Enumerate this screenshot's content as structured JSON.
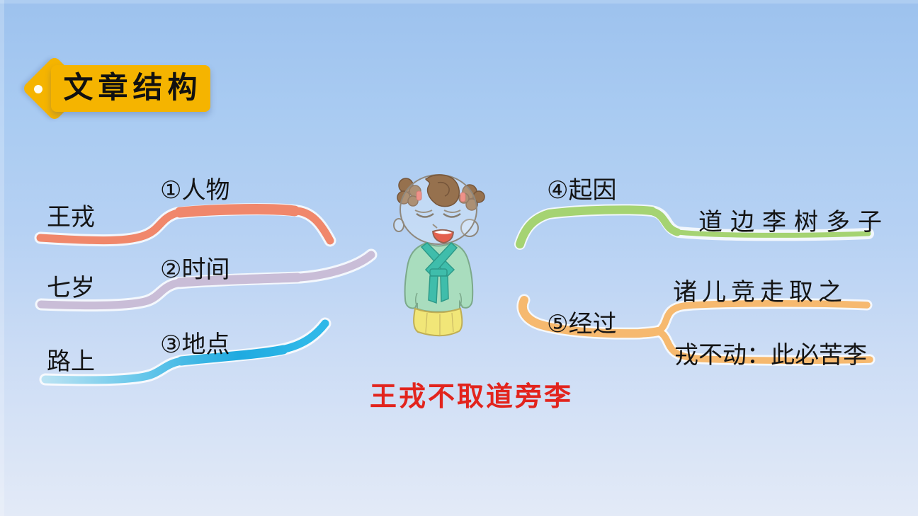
{
  "slide": {
    "banner": {
      "label": "文章结构",
      "fill": "#F5B400",
      "text_color": "#111111"
    },
    "center_title": {
      "text": "王戎不取道旁李",
      "color": "#E2241D"
    },
    "character": {
      "name": "ancient-child-cartoon"
    },
    "branches": {
      "left": [
        {
          "label": "①人物",
          "value": "王戎",
          "color": "#F0876B"
        },
        {
          "label": "②时间",
          "value": "七岁",
          "color": "#C9BDD7"
        },
        {
          "label": "③地点",
          "value": "路上",
          "color": "#2BB1E2"
        }
      ],
      "right": [
        {
          "label": "④起因",
          "value": "道边李树多子",
          "color": "#A5D372"
        },
        {
          "label": "⑤经过",
          "value_top": "诸儿竞走取之",
          "value_bottom": "戎不动：此必苦李",
          "color": "#F6B96F"
        }
      ]
    }
  }
}
